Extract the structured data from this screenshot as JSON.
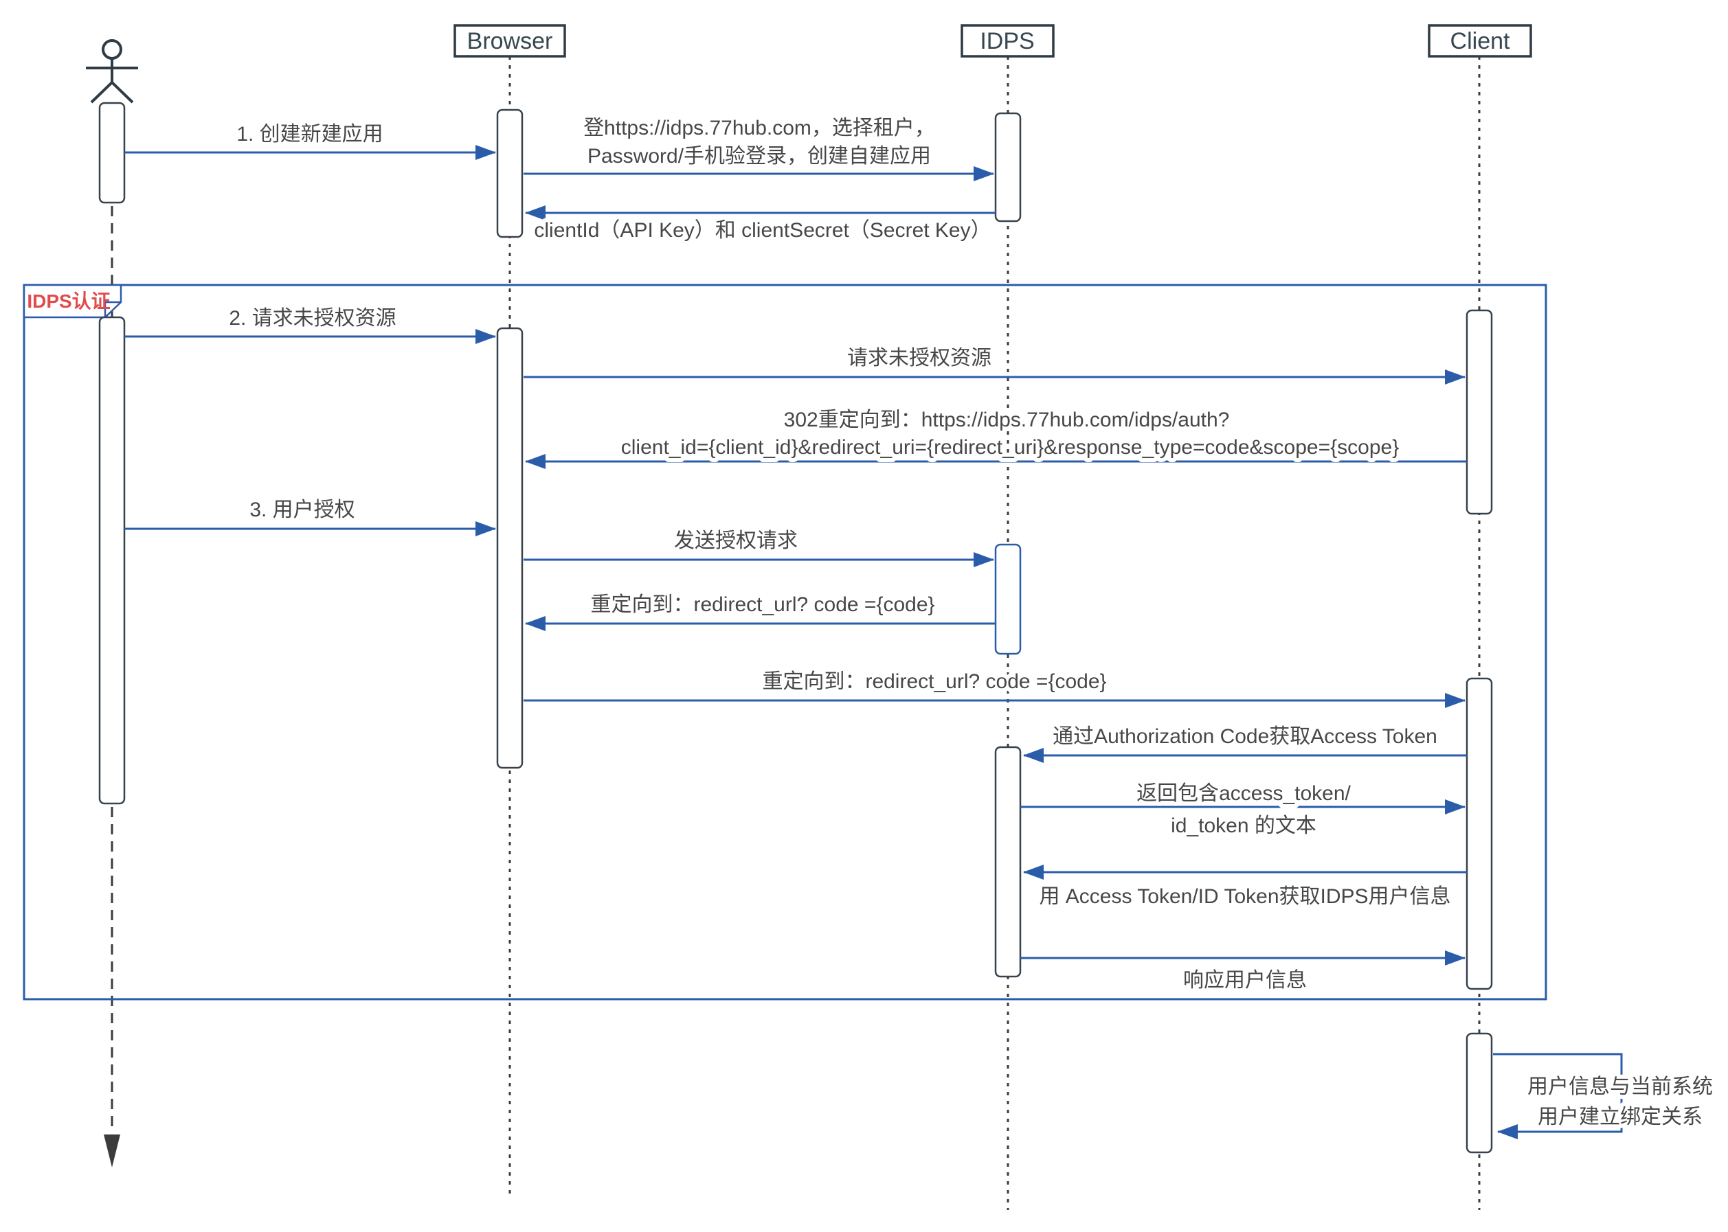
{
  "diagram_type": "uml-sequence",
  "participants": [
    {
      "id": "user",
      "type": "actor",
      "label": ""
    },
    {
      "id": "browser",
      "type": "object",
      "label": "Browser"
    },
    {
      "id": "idps",
      "type": "object",
      "label": "IDPS"
    },
    {
      "id": "client",
      "type": "object",
      "label": "Client"
    }
  ],
  "frame": {
    "label": "IDPS认证"
  },
  "messages": [
    {
      "id": "m1",
      "from": "user",
      "to": "browser",
      "label": "1. 创建新建应用"
    },
    {
      "id": "m2",
      "from": "browser",
      "to": "idps",
      "lines": [
        "登https://idps.77hub.com，选择租户，",
        "Password/手机验登录，创建自建应用"
      ]
    },
    {
      "id": "m3",
      "from": "idps",
      "to": "browser",
      "label": "clientId（API Key）和 clientSecret（Secret Key）"
    },
    {
      "id": "m4",
      "from": "user",
      "to": "browser",
      "label": "2. 请求未授权资源"
    },
    {
      "id": "m5",
      "from": "browser",
      "to": "client",
      "label": "请求未授权资源"
    },
    {
      "id": "m6",
      "from": "client",
      "to": "browser",
      "lines": [
        "302重定向到：https://idps.77hub.com/idps/auth?",
        "client_id={client_id}&redirect_uri={redirect_uri}&response_type=code&scope={scope}"
      ]
    },
    {
      "id": "m7",
      "from": "user",
      "to": "browser",
      "label": "3. 用户授权"
    },
    {
      "id": "m8",
      "from": "browser",
      "to": "idps",
      "label": "发送授权请求"
    },
    {
      "id": "m9",
      "from": "idps",
      "to": "browser",
      "label": "重定向到：redirect_url? code ={code}"
    },
    {
      "id": "m10",
      "from": "browser",
      "to": "client",
      "label": "重定向到：redirect_url? code ={code}"
    },
    {
      "id": "m11",
      "from": "client",
      "to": "idps",
      "label": "通过Authorization Code获取Access Token"
    },
    {
      "id": "m12",
      "from": "idps",
      "to": "client",
      "lines": [
        "返回包含access_token/",
        "id_token 的文本"
      ]
    },
    {
      "id": "m13",
      "from": "client",
      "to": "idps",
      "label": "用 Access Token/ID Token获取IDPS用户信息"
    },
    {
      "id": "m14",
      "from": "idps",
      "to": "client",
      "label": "响应用户信息"
    },
    {
      "id": "m15",
      "from": "client",
      "to": "client",
      "lines": [
        "用户信息与当前系统",
        "用户建立绑定关系"
      ]
    }
  ],
  "colors": {
    "message_arrow": "#2a5caa",
    "frame_border": "#2a5caa",
    "frame_label_text": "#e04b4b",
    "lifeline": "#3c3c3c",
    "box_border": "#2f3b45",
    "label_text": "#474747"
  }
}
